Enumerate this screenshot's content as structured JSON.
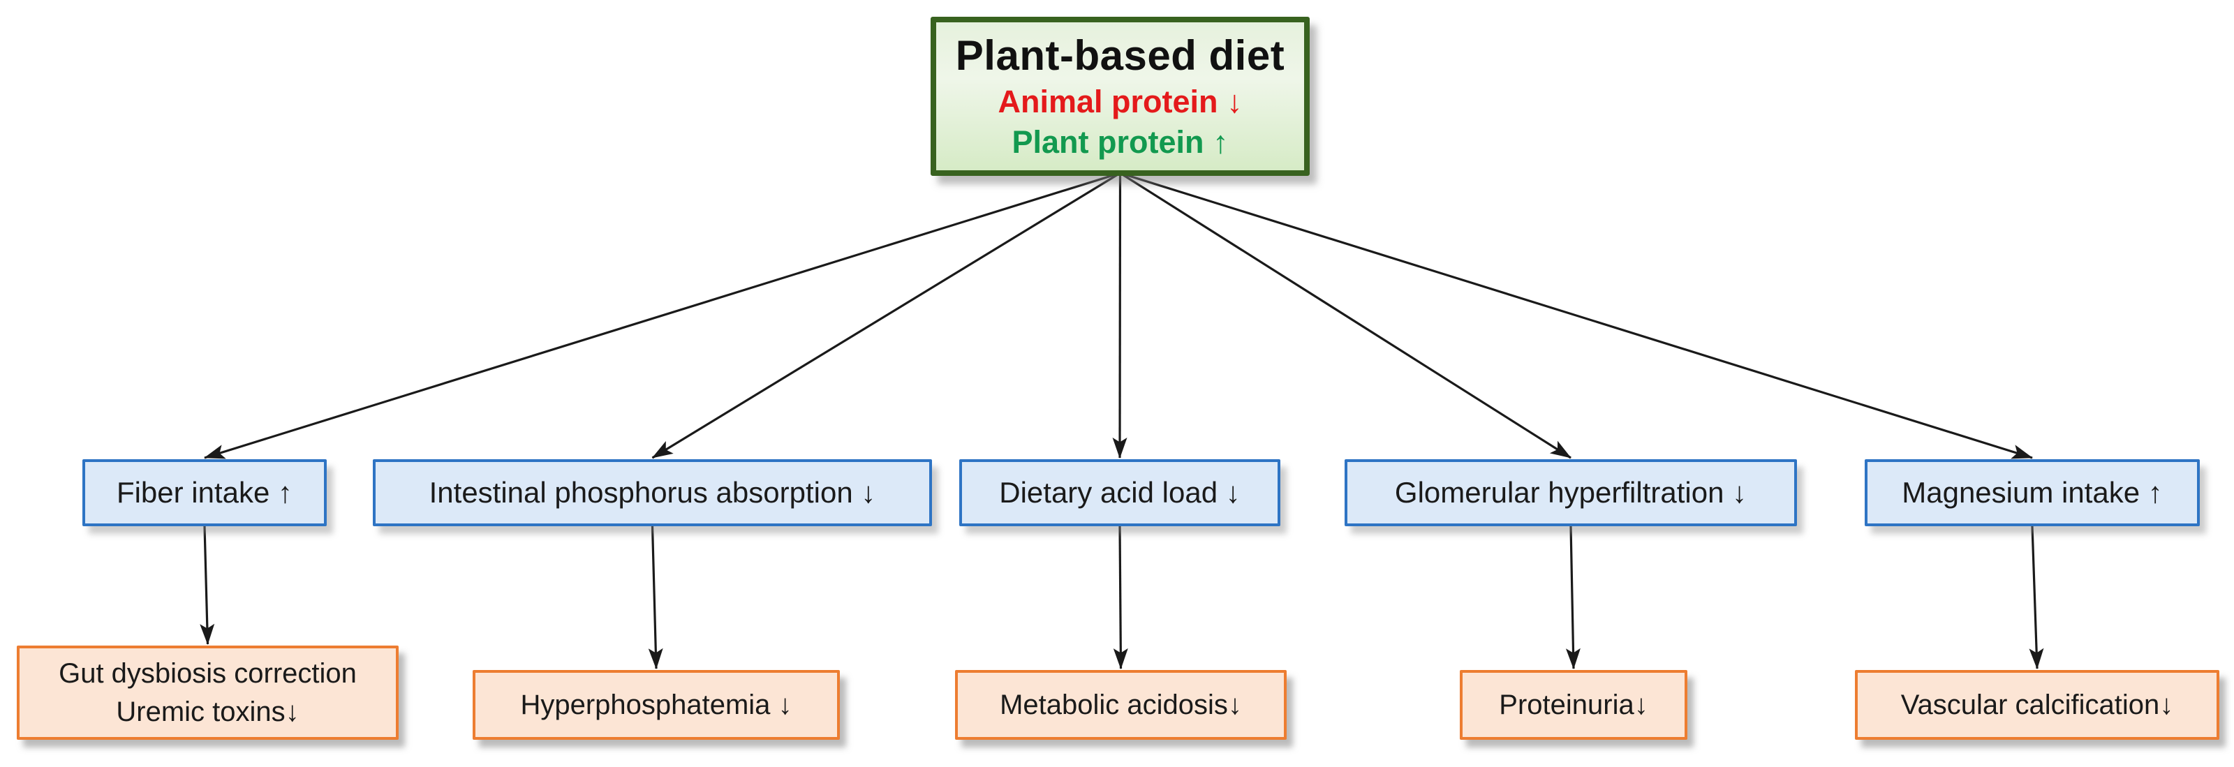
{
  "diagram": {
    "root": {
      "title": "Plant-based diet",
      "subtitle_negative": "Animal protein ↓",
      "subtitle_positive": "Plant protein ↑"
    },
    "mechanisms": [
      {
        "label": "Fiber intake ↑"
      },
      {
        "label": "Intestinal phosphorus absorption ↓"
      },
      {
        "label": "Dietary acid load ↓"
      },
      {
        "label": "Glomerular hyperfiltration ↓"
      },
      {
        "label": "Magnesium intake ↑"
      }
    ],
    "outcomes": [
      {
        "lines": [
          "Gut dysbiosis correction",
          "Uremic toxins↓"
        ]
      },
      {
        "lines": [
          "Hyperphosphatemia ↓"
        ]
      },
      {
        "lines": [
          "Metabolic acidosis↓"
        ]
      },
      {
        "lines": [
          "Proteinuria↓"
        ]
      },
      {
        "lines": [
          "Vascular calcification↓"
        ]
      }
    ],
    "colors": {
      "root_border": "#38621f",
      "root_fill_top": "#e6f1dd",
      "root_fill_bottom": "#d6ebc6",
      "negative_text": "#e41a1b",
      "positive_text": "#12994f",
      "mechanism_border": "#2e74c4",
      "mechanism_fill": "#dce9f8",
      "outcome_border": "#ed7d31",
      "outcome_fill": "#fce5d5",
      "arrow": "#1a1a1a"
    }
  }
}
